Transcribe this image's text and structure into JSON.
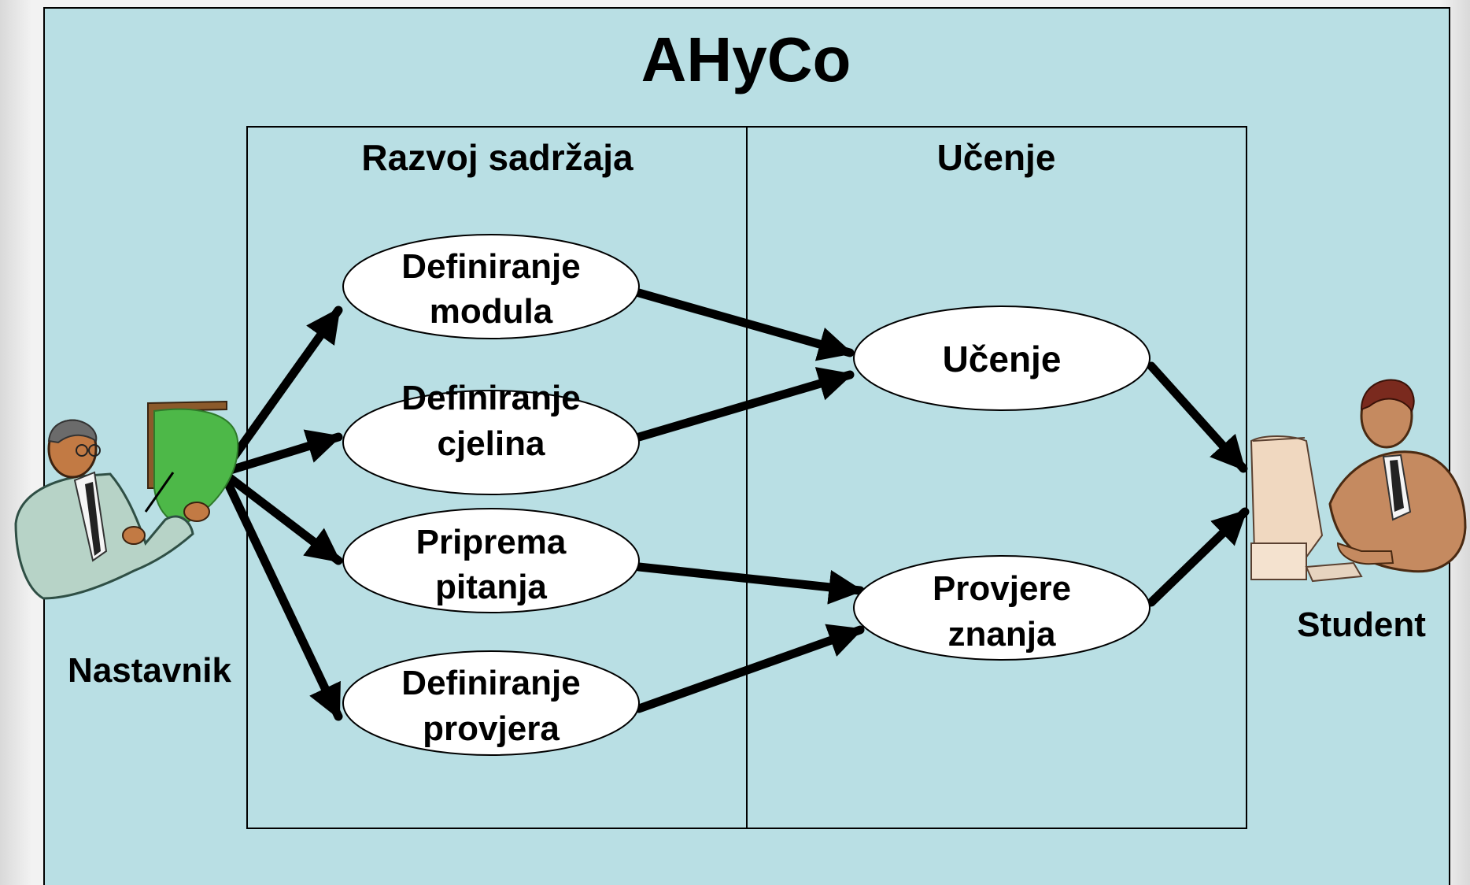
{
  "diagram": {
    "title": "AHyCo",
    "swimlanes": [
      {
        "id": "content",
        "label": "Razvoj sadržaja"
      },
      {
        "id": "learning",
        "label": "Učenje"
      }
    ],
    "actors": [
      {
        "id": "teacher",
        "label": "Nastavnik",
        "icon": "teacher-at-board-icon"
      },
      {
        "id": "student",
        "label": "Student",
        "icon": "student-at-computer-icon"
      }
    ],
    "nodes": [
      {
        "id": "definiranje-modula",
        "lines": [
          "Definiranje",
          "modula"
        ]
      },
      {
        "id": "definiranje-cjelina",
        "lines": [
          "Definiranje",
          "cjelina"
        ]
      },
      {
        "id": "priprema-pitanja",
        "lines": [
          "Priprema",
          "pitanja"
        ]
      },
      {
        "id": "definiranje-provjera",
        "lines": [
          "Definiranje",
          "provjera"
        ]
      },
      {
        "id": "ucenje",
        "lines": [
          "Učenje"
        ]
      },
      {
        "id": "provjere-znanja",
        "lines": [
          "Provjere",
          "znanja"
        ]
      }
    ],
    "edges": [
      {
        "from": "teacher",
        "to": "definiranje-modula"
      },
      {
        "from": "teacher",
        "to": "definiranje-cjelina"
      },
      {
        "from": "teacher",
        "to": "priprema-pitanja"
      },
      {
        "from": "teacher",
        "to": "definiranje-provjera"
      },
      {
        "from": "definiranje-modula",
        "to": "ucenje"
      },
      {
        "from": "definiranje-cjelina",
        "to": "ucenje"
      },
      {
        "from": "priprema-pitanja",
        "to": "provjere-znanja"
      },
      {
        "from": "definiranje-provjera",
        "to": "provjere-znanja"
      },
      {
        "from": "ucenje",
        "to": "student"
      },
      {
        "from": "provjere-znanja",
        "to": "student"
      }
    ],
    "colors": {
      "background": "#b9dfe4",
      "node_fill": "#ffffff",
      "board_green": "#4db848"
    }
  }
}
